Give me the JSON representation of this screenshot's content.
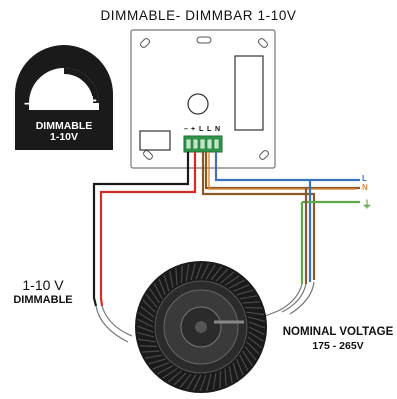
{
  "title": "DIMMABLE- DIMMBAR 1-10V",
  "badge": {
    "minus": "–",
    "plus": "+",
    "line1": "DIMMABLE",
    "line2": "1-10V"
  },
  "terminals": [
    "–",
    "+",
    "L",
    "L",
    "N"
  ],
  "wire_labels": {
    "live": "L",
    "neutral": "N",
    "earth": "⏚"
  },
  "dim_label": {
    "line1": "1-10 V",
    "line2": "DIMMABLE"
  },
  "voltage_label": {
    "line1": "NOMINAL VOLTAGE",
    "line2": "175 - 265V"
  },
  "colors": {
    "live_wire": "#8a5a2b",
    "neutral_wire": "#3b73b9",
    "earth_wire": "#5fa84a",
    "dim_red": "#d62a2a",
    "dim_black": "#1a1a1a",
    "terminal_green": "#2e9a4a"
  }
}
